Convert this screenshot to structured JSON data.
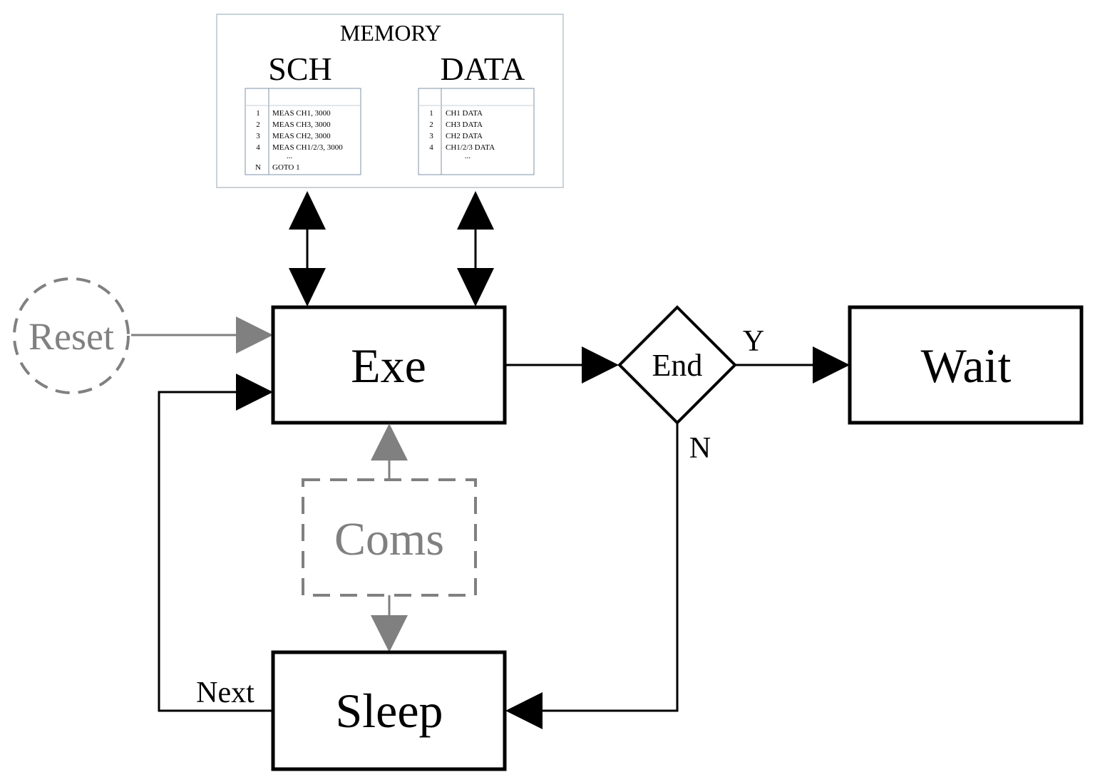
{
  "memory": {
    "title": "MEMORY",
    "sch": {
      "label": "SCH",
      "rows": [
        {
          "idx": "1",
          "text": "MEAS CH1, 3000"
        },
        {
          "idx": "2",
          "text": "MEAS CH3, 3000"
        },
        {
          "idx": "3",
          "text": "MEAS CH2, 3000"
        },
        {
          "idx": "4",
          "text": "MEAS CH1/2/3, 3000"
        },
        {
          "idx": "",
          "text": "..."
        },
        {
          "idx": "N",
          "text": "GOTO 1"
        }
      ]
    },
    "data": {
      "label": "DATA",
      "rows": [
        {
          "idx": "1",
          "text": "CH1 DATA"
        },
        {
          "idx": "2",
          "text": "CH3 DATA"
        },
        {
          "idx": "3",
          "text": "CH2 DATA"
        },
        {
          "idx": "4",
          "text": "CH1/2/3 DATA"
        },
        {
          "idx": "",
          "text": "..."
        }
      ]
    }
  },
  "nodes": {
    "reset": "Reset",
    "exe": "Exe",
    "end": "End",
    "wait": "Wait",
    "coms": "Coms",
    "sleep": "Sleep"
  },
  "edge_labels": {
    "yes": "Y",
    "no": "N",
    "next": "Next"
  },
  "colors": {
    "stroke": "#000000",
    "optional": "#808080",
    "memory_border": "#b8c4d0",
    "table_border": "#7f93aa"
  }
}
